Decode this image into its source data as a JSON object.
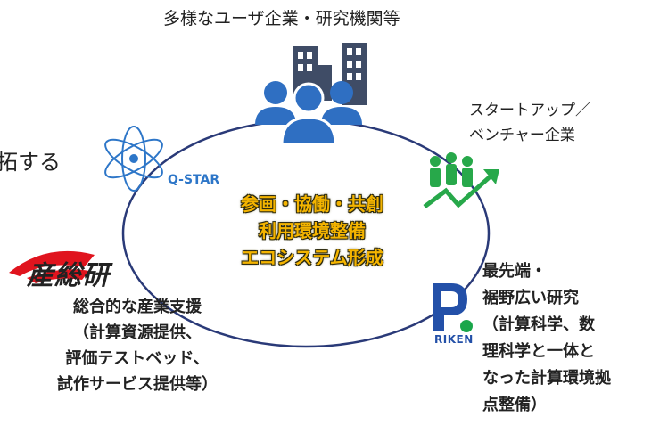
{
  "diagram": {
    "top_label": "多様なユーザ企業・研究機関等",
    "clipped_label": "拓する",
    "startup_label": [
      "スタートアップ／",
      "ベンチャー企業"
    ],
    "center_lines": [
      "参画・協働・共創",
      "利用環境整備",
      "エコシステム形成"
    ],
    "qstar_label": "Q-STAR",
    "aist_label": "産総研",
    "aist_desc": [
      "総合的な産業支援",
      "（計算資源提供、",
      "評価テストベッド、",
      "試作サービス提供等）"
    ],
    "riken_label": "RIKEN",
    "riken_desc": [
      "最先端・",
      "裾野広い研究",
      "（計算科学、数",
      "理科学と一体と",
      "なった計算環境拠",
      "点整備）"
    ]
  },
  "colors": {
    "ring": "#2a3a78",
    "center_text": "#f4b400",
    "users_icon": "#2f6fc2",
    "buildings": "#3f4c66",
    "qstar": "#2d76c8",
    "aist_red": "#e0141e",
    "startup_green": "#27a84a",
    "riken_blue": "#2350a8",
    "riken_green": "#19a64a"
  },
  "icons": [
    "users-icon",
    "buildings-icon",
    "qstar-atom-icon",
    "startup-growth-icon",
    "aist-logo-icon",
    "riken-logo-icon"
  ]
}
